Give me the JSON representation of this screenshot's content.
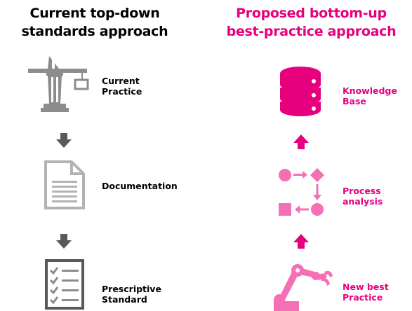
{
  "colors": {
    "grey": "#8c8c8c",
    "light_grey": "#b3b3b3",
    "dark_grey": "#595959",
    "pink": "#e6007e",
    "light_pink": "#f46fb5"
  },
  "left": {
    "title_line1": "Current top-down",
    "title_line2": "standards approach",
    "steps": [
      {
        "icon": "crane-icon",
        "line1": "Current",
        "line2": "Practice"
      },
      {
        "icon": "document-icon",
        "line1": "Documentation",
        "line2": ""
      },
      {
        "icon": "checklist-icon",
        "line1": "Prescriptive",
        "line2": "Standard"
      }
    ]
  },
  "right": {
    "title_line1": "Proposed bottom-up",
    "title_line2": "best-practice approach",
    "steps": [
      {
        "icon": "database-icon",
        "line1": "Knowledge",
        "line2": "Base"
      },
      {
        "icon": "process-flow-icon",
        "line1": "Process",
        "line2": "analysis"
      },
      {
        "icon": "robot-arm-icon",
        "line1": "New best",
        "line2": "Practice"
      }
    ]
  }
}
